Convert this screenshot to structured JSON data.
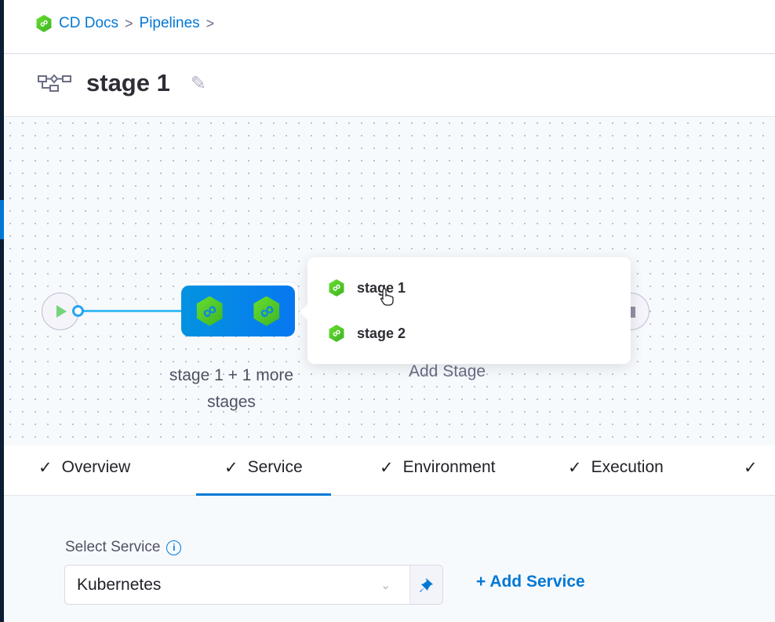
{
  "breadcrumb": {
    "items": [
      "CD Docs",
      "Pipelines"
    ],
    "separator": ">"
  },
  "header": {
    "title": "stage 1",
    "icon": "pipeline-stages-icon",
    "edit_icon": "pencil-icon"
  },
  "canvas": {
    "group_label": "stage 1 + 1 more stages",
    "add_stage": "Add Stage",
    "popover": {
      "items": [
        "stage 1",
        "stage 2"
      ]
    },
    "colors": {
      "group": "#0785eb",
      "stage_icon": "#4cc92a",
      "connector": "#3ebdf5"
    }
  },
  "tabs": {
    "items": [
      {
        "label": "Overview",
        "checked": true
      },
      {
        "label": "Service",
        "checked": true,
        "active": true
      },
      {
        "label": "Environment",
        "checked": true
      },
      {
        "label": "Execution",
        "checked": true
      },
      {
        "label": "",
        "checked": true
      }
    ],
    "check": "✓"
  },
  "form": {
    "label": "Select Service",
    "info_icon": "i",
    "value": "Kubernetes",
    "chevron": "⌄",
    "pin_icon": "📌",
    "add_service": "+ Add Service"
  },
  "accent": "#0278d5"
}
